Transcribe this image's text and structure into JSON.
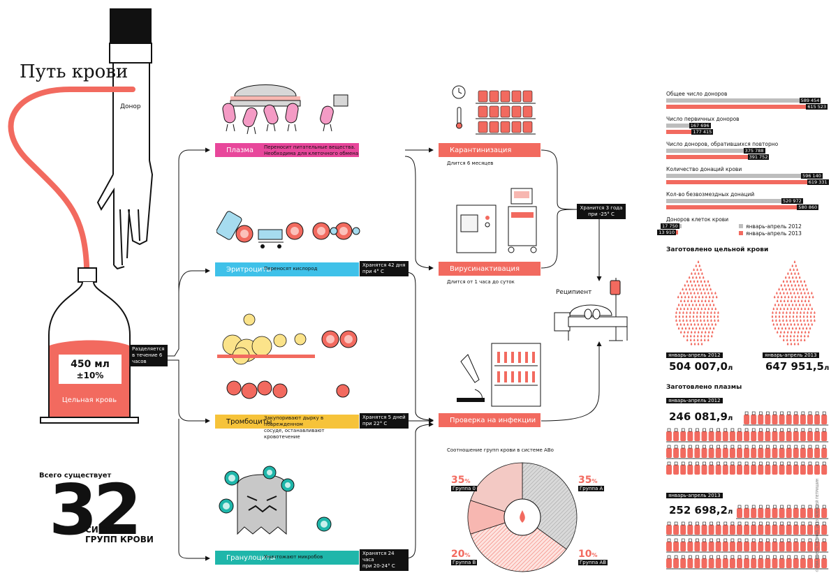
{
  "title": "Путь крови",
  "donor_label": "Донор",
  "bottle": {
    "volume": "450 мл",
    "tolerance": "±10%",
    "name": "Цельная кровь"
  },
  "split_note": "Разделяется в течение 6 часов",
  "systems": {
    "intro": "Всего существует",
    "number": "32",
    "line1": "СИСТЕМЫ",
    "line2": "ГРУПП КРОВИ"
  },
  "components": [
    {
      "name": "Плазма",
      "desc1": "Переносит питательные вещества.",
      "desc2": "Необходима для клеточного обмена",
      "storage1": "",
      "storage2": "",
      "color": "#e8479b"
    },
    {
      "name": "Эритроциты",
      "desc1": "Переносят кислород",
      "desc2": "",
      "storage1": "Хранятся 42 дня",
      "storage2": "при 4° С",
      "color": "#3fc1e9"
    },
    {
      "name": "Тромбоциты",
      "desc1": "Закупоривают дырку в поврежденном",
      "desc2": "сосуде, останавливают кровотечение",
      "storage1": "Хранятся 5 дней",
      "storage2": "при 22° С",
      "color": "#f6c33a"
    },
    {
      "name": "Гранулоциты",
      "desc1": "Уничтожают микробов",
      "desc2": "",
      "storage1": "Хранятся 24 часа",
      "storage2": "при 20-24° С",
      "color": "#1fb6aa"
    }
  ],
  "processes": {
    "quarantine": {
      "name": "Карантинизация",
      "duration": "Длится 6 месяцев"
    },
    "virus": {
      "name": "Вирусинактивация",
      "duration": "Длится от 1 часа до суток"
    },
    "infection": {
      "name": "Проверка на инфекции"
    },
    "storage1": "Хранится 3 года",
    "storage2": "при -25° С",
    "recipient": "Реципиент"
  },
  "pie": {
    "title": "Соотношение групп крови в системе АВо",
    "segments": [
      {
        "pct": "35",
        "unit": "%",
        "group": "Группа 0",
        "value": 35
      },
      {
        "pct": "35",
        "unit": "%",
        "group": "Группа А",
        "value": 35
      },
      {
        "pct": "10",
        "unit": "%",
        "group": "Группа АВ",
        "value": 10
      },
      {
        "pct": "20",
        "unit": "%",
        "group": "Группа В",
        "value": 20
      }
    ]
  },
  "stats": {
    "rows": [
      {
        "label": "Общее число доноров",
        "v2012": "589 454",
        "v2013": "615 523",
        "n2012": 589454,
        "n2013": 615523
      },
      {
        "label": "Число первичных доноров",
        "v2012": "167 696",
        "v2013": "177 415",
        "n2012": 167696,
        "n2013": 177415
      },
      {
        "label": "Число доноров, обратившихся повторно",
        "v2012": "375 788",
        "v2013": "391 752",
        "n2012": 375788,
        "n2013": 391752
      },
      {
        "label": "Количество донаций крови",
        "v2012": "596 140",
        "v2013": "619 331",
        "n2012": 596140,
        "n2013": 619331
      },
      {
        "label": "Кол-во безвозмездных донаций",
        "v2012": "520 972",
        "v2013": "580 860",
        "n2012": 520972,
        "n2013": 580860
      },
      {
        "label": "Доноров клеток крови",
        "v2012": "17 750",
        "v2013": "13 910",
        "n2012": 17750,
        "n2013": 13910
      }
    ],
    "legend2012": "январь-апрель 2012",
    "legend2013": "январь-апрель 2013",
    "colors": {
      "y2012": "#bdbdbd",
      "y2013": "#f26a5f"
    }
  },
  "whole_blood": {
    "title": "Заготовлено цельной крови",
    "p2012": "январь-апрель 2012",
    "v2012": "504 007,0",
    "u2012": "л",
    "p2013": "январь-апрель 2013",
    "v2013": "647 951,5",
    "u2013": "л"
  },
  "plasma": {
    "title": "Заготовлено плазмы",
    "p2012": "январь-апрель 2012",
    "v2012": "246 081,9",
    "u2012": "л",
    "p2013": "январь-апрель 2013",
    "v2013": "252 698,2",
    "u2013": "л"
  },
  "credit": "© РИА НОВОСТИ / МАЙ, 2013, АЛЕКСЕЙ ПЕТРИШИН"
}
